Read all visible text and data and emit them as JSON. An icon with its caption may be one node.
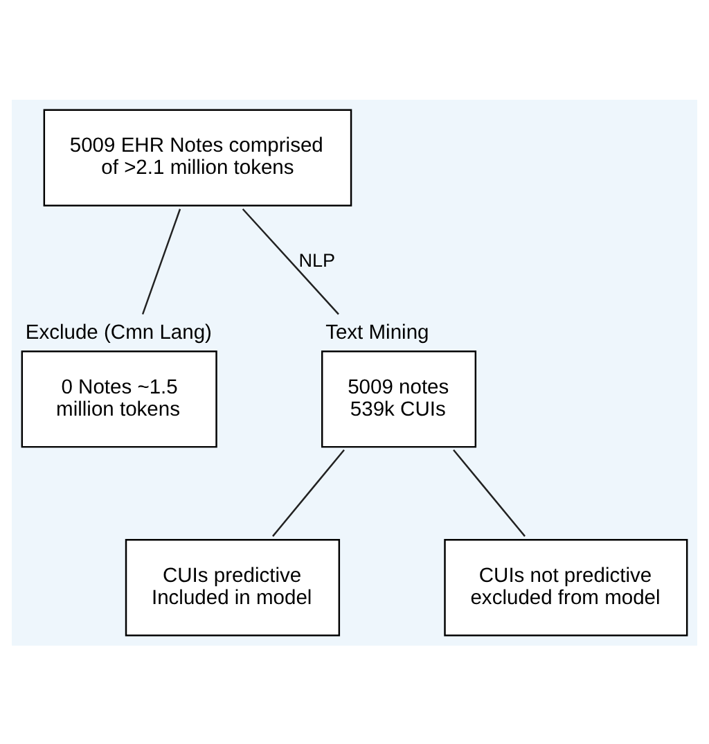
{
  "diagram": {
    "nodes": [
      {
        "text": [
          "5009 EHR Notes comprised of >2.1 million tokens"
        ]
      },
      {
        "text": [
          "Exclude (Cmn Lang)",
          "0 Notes ~1.5 million tokens"
        ]
      },
      {
        "text": [
          "Text Mining",
          "5009 notes 539k CUIs"
        ]
      },
      {
        "text": [
          "CUIs predictive Included in model"
        ]
      },
      {
        "text": [
          "CUIs not predictive excluded from model"
        ]
      }
    ],
    "edges": [
      {
        "from": 0,
        "to": 2,
        "arrow": "none",
        "label": "NLP"
      },
      {
        "from": 0,
        "to": 1,
        "arrow": "none"
      },
      {
        "from": 2,
        "to": 3,
        "arrow": "none"
      },
      {
        "from": 2,
        "to": 4,
        "arrow": "none"
      }
    ]
  }
}
